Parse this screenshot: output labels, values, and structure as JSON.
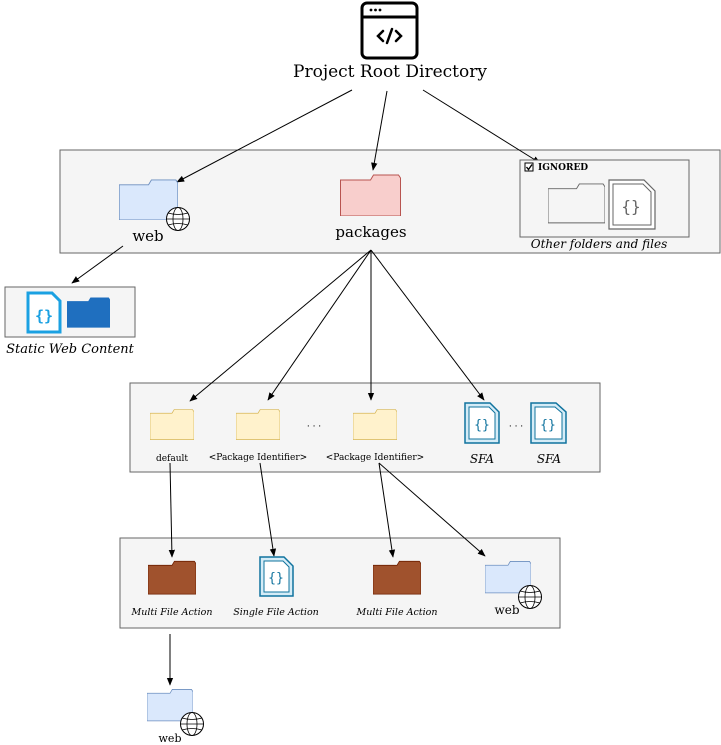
{
  "root": {
    "label": "Project Root Directory"
  },
  "level1": {
    "web_label": "web",
    "packages_label": "packages",
    "ignored_tag": "IGNORED",
    "ignored_caption": "Other folders and files"
  },
  "static": {
    "caption": "Static Web Content"
  },
  "level2": {
    "default_label": "default",
    "pkg_id_label_1": "<Package Identifier>",
    "pkg_id_label_2": "<Package Identifier>",
    "ellipsis_1": "· · ·",
    "ellipsis_2": "· · ·",
    "sfa_label_1": "SFA",
    "sfa_label_2": "SFA"
  },
  "level3": {
    "mfa_label_1": "Multi File Action",
    "sfa_label": "Single File Action",
    "mfa_label_2": "Multi File Action",
    "web_label": "web"
  },
  "level4": {
    "web_label": "web"
  },
  "colors": {
    "panel_fill": "#f5f5f5",
    "panel_stroke": "#666666",
    "web_folder": "#dae8fc",
    "packages_folder": "#f8cecc",
    "package_folder": "#fff2cc",
    "action_folder": "#a0522d",
    "json_blue": "#1ba1e2",
    "static_folder": "#1f6fbf"
  }
}
